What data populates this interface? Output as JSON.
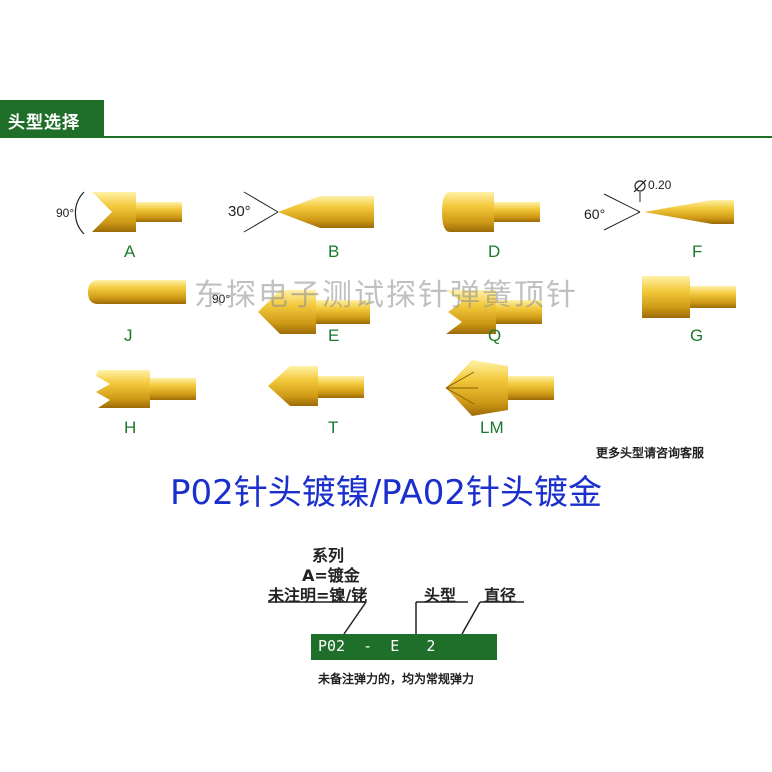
{
  "header": {
    "title": "头型选择"
  },
  "tips": [
    {
      "label": "A",
      "angle": "90°"
    },
    {
      "label": "B",
      "angle": "30°"
    },
    {
      "label": "D"
    },
    {
      "label": "F",
      "angle": "60°",
      "diameter": "0.20"
    },
    {
      "label": "J"
    },
    {
      "label": "E",
      "angle": "90°"
    },
    {
      "label": "Q"
    },
    {
      "label": "G"
    },
    {
      "label": "H"
    },
    {
      "label": "T"
    },
    {
      "label": "LM"
    }
  ],
  "watermark": "东探电子测试探针弹簧顶针",
  "more_note": "更多头型请咨询客服",
  "subtitle": "P02针头镀镍/PA02针头镀金",
  "diagram": {
    "series_label": "系列",
    "gold_label": "A=镀金",
    "nickel_label": "未注明=镍/铑",
    "tip_label": "头型",
    "diameter_label": "直径",
    "code": "P02  -  E   2",
    "note": "未备注弹力的，均为常规弹力"
  },
  "colors": {
    "brand_green": "#1f6e2a",
    "label_green": "#1b7a2a",
    "subtitle_blue": "#1a2fcc",
    "gold": "#e2b431"
  }
}
